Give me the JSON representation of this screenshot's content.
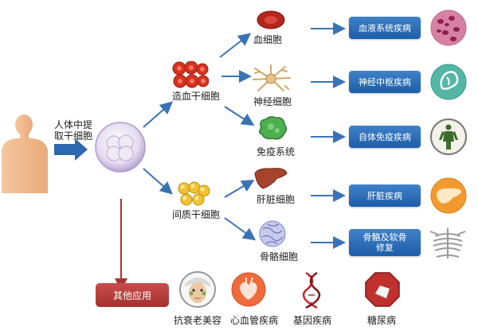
{
  "source": {
    "label": "人体中提\n取干细胞"
  },
  "branches": [
    {
      "label": "造血干细胞"
    },
    {
      "label": "间质干细胞"
    }
  ],
  "cells": [
    {
      "label": "血细胞"
    },
    {
      "label": "神经细胞"
    },
    {
      "label": "免疫系统"
    },
    {
      "label": "肝脏细胞"
    },
    {
      "label": "骨骼细胞"
    }
  ],
  "diseases": [
    {
      "label": "血液系统疾病"
    },
    {
      "label": "神经中枢疾病"
    },
    {
      "label": "自体免疫疾病"
    },
    {
      "label": "肝脏疾病"
    },
    {
      "label": "骨骼及软骨\n修复"
    }
  ],
  "other": {
    "label": "其他应用",
    "items": [
      {
        "label": "抗衰老美容"
      },
      {
        "label": "心血管疾病"
      },
      {
        "label": "基因疾病"
      },
      {
        "label": "糖尿病"
      }
    ]
  },
  "colors": {
    "arrow": "#3a73b5",
    "box": "#2b6cb6",
    "red": "#b03a38"
  }
}
